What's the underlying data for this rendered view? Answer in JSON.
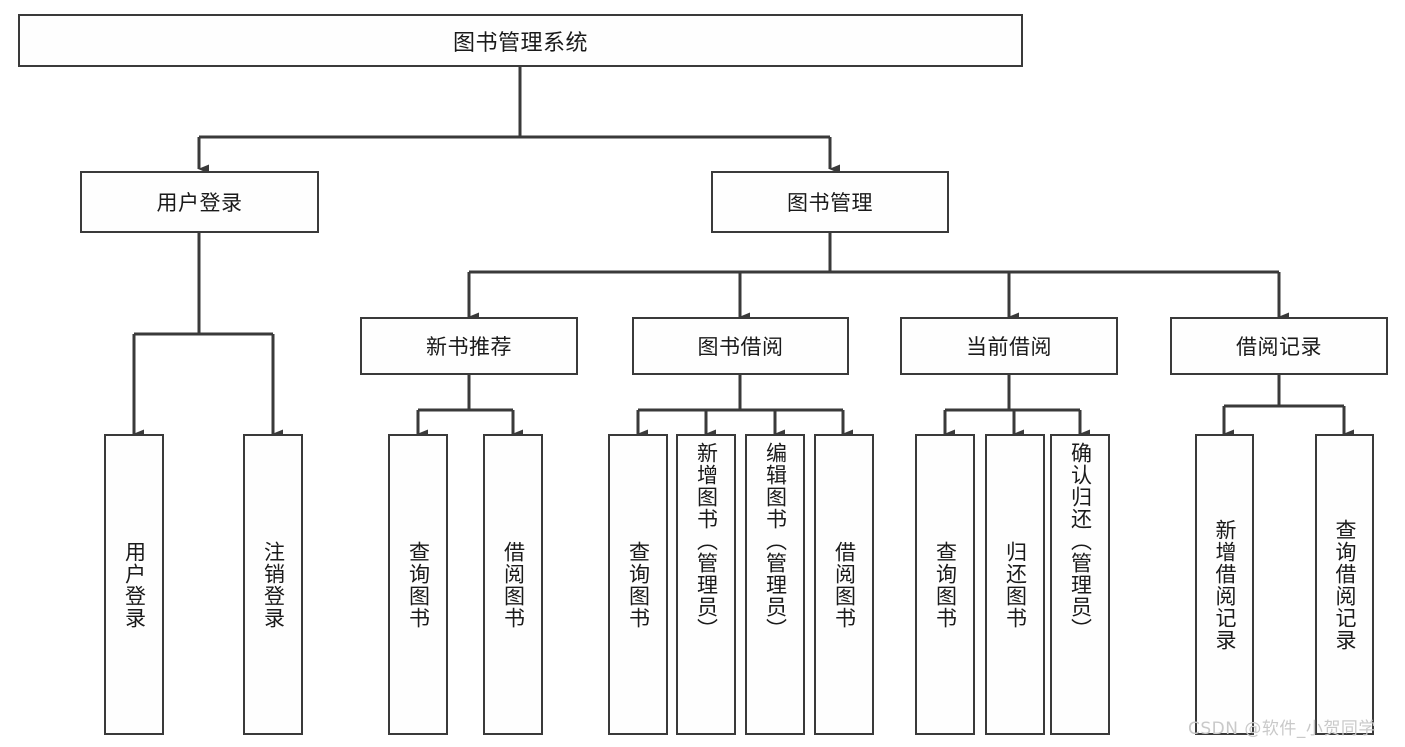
{
  "diagram": {
    "type": "tree-hierarchy-chart",
    "title": "图书管理系统",
    "root": {
      "label": "图书管理系统"
    },
    "level2": [
      {
        "label": "用户登录"
      },
      {
        "label": "图书管理"
      }
    ],
    "level3": [
      {
        "label": "新书推荐"
      },
      {
        "label": "图书借阅"
      },
      {
        "label": "当前借阅"
      },
      {
        "label": "借阅记录"
      }
    ],
    "leaves": {
      "user_login": [
        {
          "label": "用户登录"
        },
        {
          "label": "注销登录"
        }
      ],
      "new_book_recommend": [
        {
          "label": "查询图书"
        },
        {
          "label": "借阅图书"
        }
      ],
      "book_borrow": [
        {
          "label": "查询图书"
        },
        {
          "label": "新增图书（管理员）"
        },
        {
          "label": "编辑图书（管理员）"
        },
        {
          "label": "借阅图书"
        }
      ],
      "current_borrow": [
        {
          "label": "查询图书"
        },
        {
          "label": "归还图书"
        },
        {
          "label": "确认归还（管理员）"
        }
      ],
      "borrow_record": [
        {
          "label": "新增借阅记录"
        },
        {
          "label": "查询借阅记录"
        }
      ]
    }
  },
  "watermark": {
    "text": "CSDN @软件_小贺同学"
  },
  "colors": {
    "box_border": "#3a3a3a",
    "box_fill": "#fefefe",
    "line": "#3a3a3a",
    "text": "#1a1a1a",
    "watermark": "#c9c9c9",
    "background": "#ffffff"
  }
}
